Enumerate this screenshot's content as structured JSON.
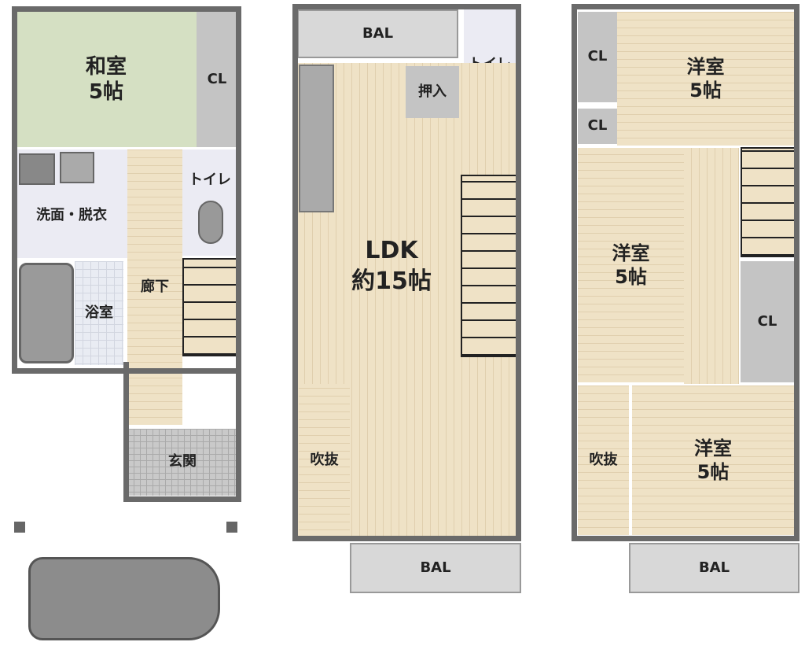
{
  "floor1": {
    "washitsu": "和室\n5帖",
    "closet": "CL",
    "washroom": "洗面・脱衣",
    "bathroom": "浴室",
    "hallway": "廊下",
    "toilet": "トイレ",
    "entrance": "玄関"
  },
  "floor2": {
    "balcony_top": "BAL",
    "toilet": "トイレ",
    "oshiire": "押入",
    "ldk": "LDK\n約15帖",
    "fukinuke": "吹抜",
    "balcony_bottom": "BAL"
  },
  "floor3": {
    "closet1": "CL",
    "closet2": "CL",
    "room1": "洋室\n5帖",
    "room2": "洋室\n5帖",
    "closet3": "CL",
    "fukinuke": "吹抜",
    "room3": "洋室\n5帖",
    "balcony": "BAL"
  },
  "colors": {
    "wall": "#6a6a6a",
    "wood": "#efe2c6",
    "tatami": "#d5e0c3",
    "closet": "#c4c4c4"
  }
}
